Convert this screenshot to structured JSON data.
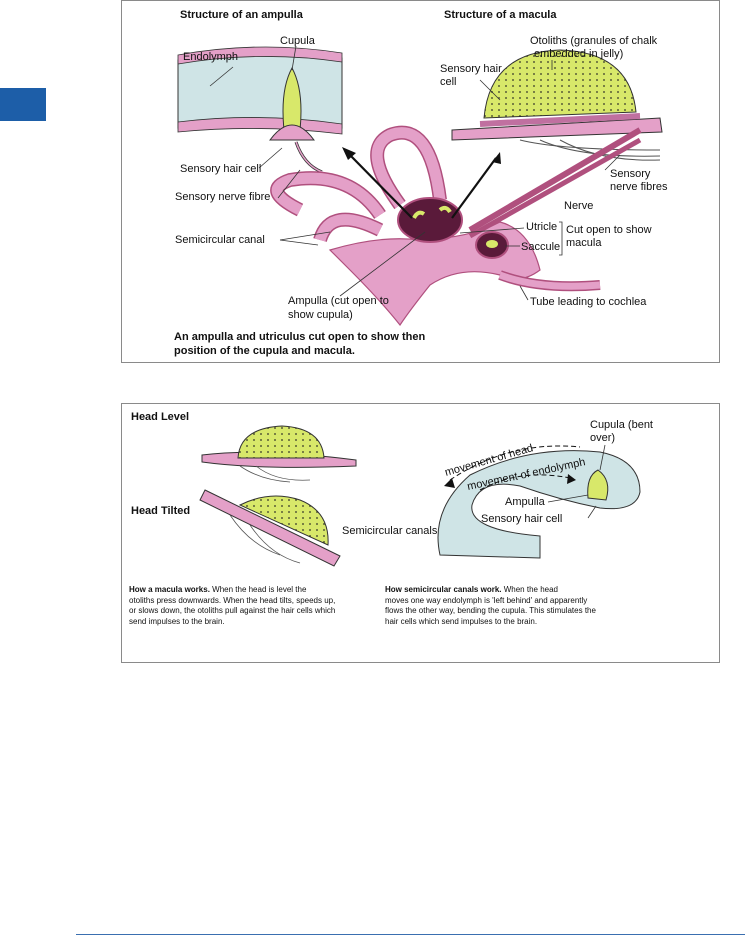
{
  "figure1": {
    "ampulla_title": "Structure of an ampulla",
    "macula_title": "Structure of a macula",
    "labels": {
      "cupula": "Cupula",
      "endolymph": "Endolymph",
      "sensory_hair_cell": "Sensory hair cell",
      "sensory_nerve_fibre": "Sensory nerve fibre",
      "semicircular_canal": "Semicircular canal",
      "ampulla_line1": "Ampulla (cut open to",
      "ampulla_line2": "show cupula)",
      "otoliths_line1": "Otoliths (granules of chalk",
      "otoliths_line2": "embedded in jelly)",
      "macula_hair_line1": "Sensory hair",
      "macula_hair_line2": "cell",
      "nerve_fibres_line1": "Sensory",
      "nerve_fibres_line2": "nerve fibres",
      "nerve": "Nerve",
      "utricle": "Utricle",
      "saccule": "Saccule",
      "cut_open_line1": "Cut open to show",
      "cut_open_line2": "macula",
      "tube": "Tube leading to cochlea"
    },
    "caption_line1": "An ampulla and utriculus cut open to show then",
    "caption_line2": "position of the cupula and macula."
  },
  "figure2": {
    "head_level": "Head Level",
    "head_tilted": "Head Tilted",
    "semicircular_canals": "Semicircular canals",
    "movement_of_head": "movement of head",
    "movement_of_endolymph": "movement of endolymph",
    "cupula_bent_line1": "Cupula (bent",
    "cupula_bent_line2": "over)",
    "ampulla": "Ampulla",
    "sensory_hair_cell": "Sensory hair cell",
    "macula_caption_bold": "How a macula works.",
    "macula_caption_line1": " When the head is level the",
    "macula_caption_line2": "otoliths press downwards. When the head tilts, speeds up,",
    "macula_caption_line3": "or slows down, the otoliths pull against the hair cells which",
    "macula_caption_line4": "send impulses to the brain.",
    "canal_caption_bold": "How semicircular canals work.",
    "canal_caption_line1": " When the head",
    "canal_caption_line2": "moves one way endolymph is 'left behind' and apparently",
    "canal_caption_line3": "flows the other way, bending the cupula. This stimulates the",
    "canal_caption_line4": "hair cells which send impulses to the brain."
  },
  "colors": {
    "accent_tab": "#1d5ea8",
    "tissue_pink": "#e4a0c8",
    "fluid_blue": "#cfe4e6",
    "jelly_yellow": "#d8e86a"
  }
}
